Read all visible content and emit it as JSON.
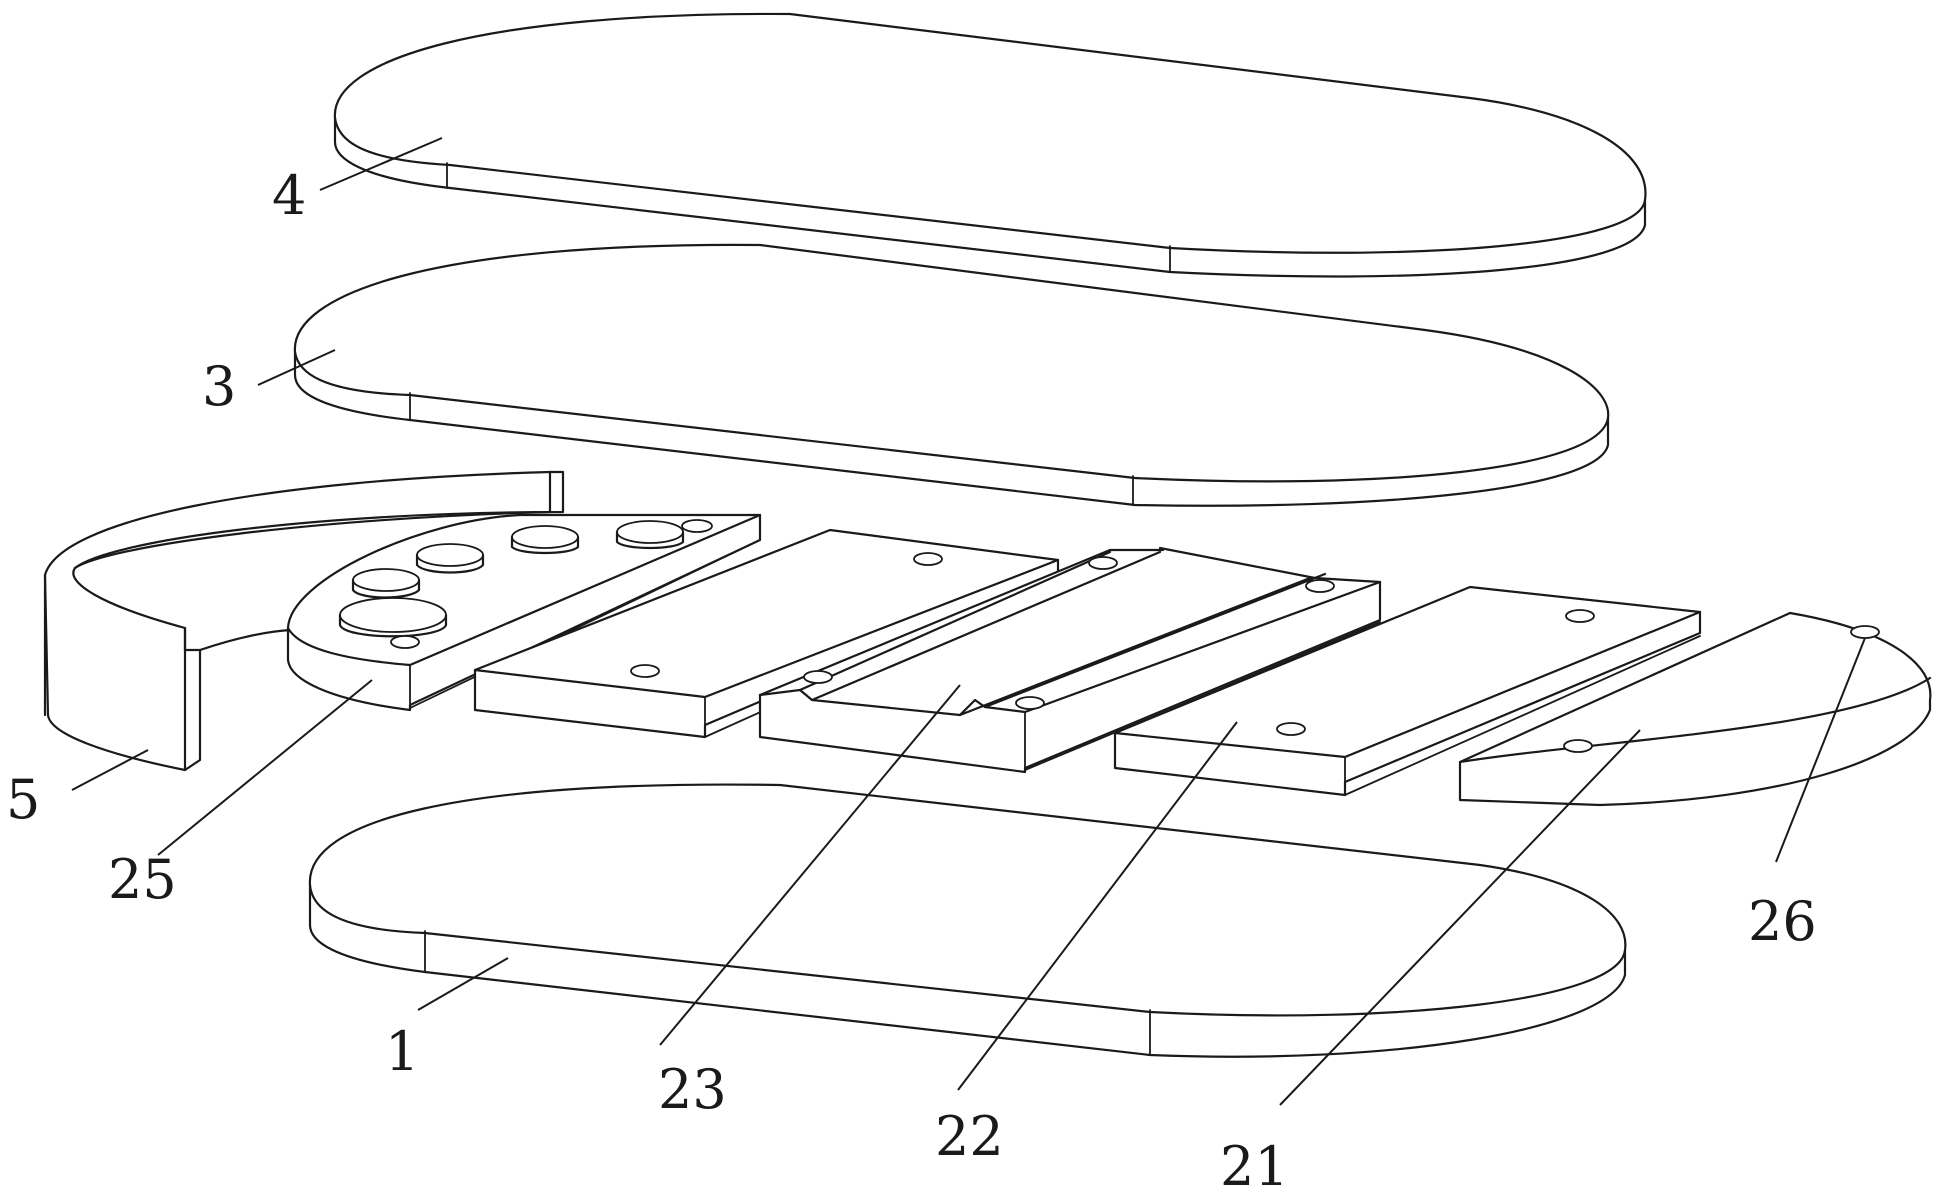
{
  "labels": {
    "part_4": "4",
    "part_3": "3",
    "part_5": "5",
    "part_25": "25",
    "part_1": "1",
    "part_23": "23",
    "part_22": "22",
    "part_21": "21",
    "part_26": "26"
  },
  "colors": {
    "line": "#1a1a1a",
    "background": "#ffffff"
  }
}
